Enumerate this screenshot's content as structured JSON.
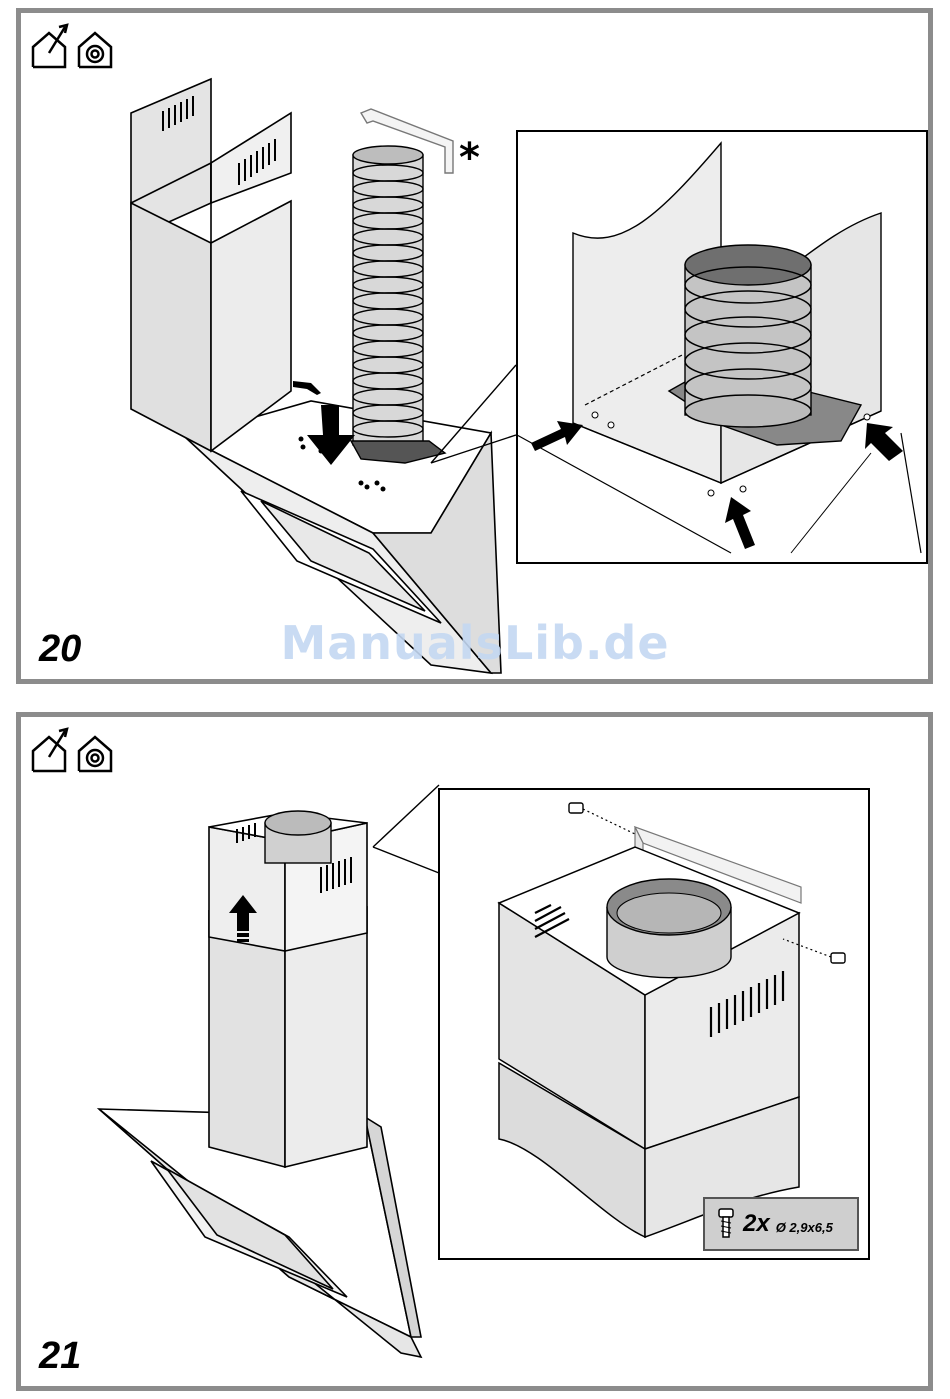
{
  "panels": [
    {
      "step": "20",
      "asterisk": "*"
    },
    {
      "step": "21",
      "screw_qty": "2x",
      "screw_spec": "Ø 2,9x6,5"
    }
  ],
  "watermark": "ManualsLib.de",
  "icons": [
    "house-exhaust-icon",
    "house-recirculation-icon"
  ]
}
